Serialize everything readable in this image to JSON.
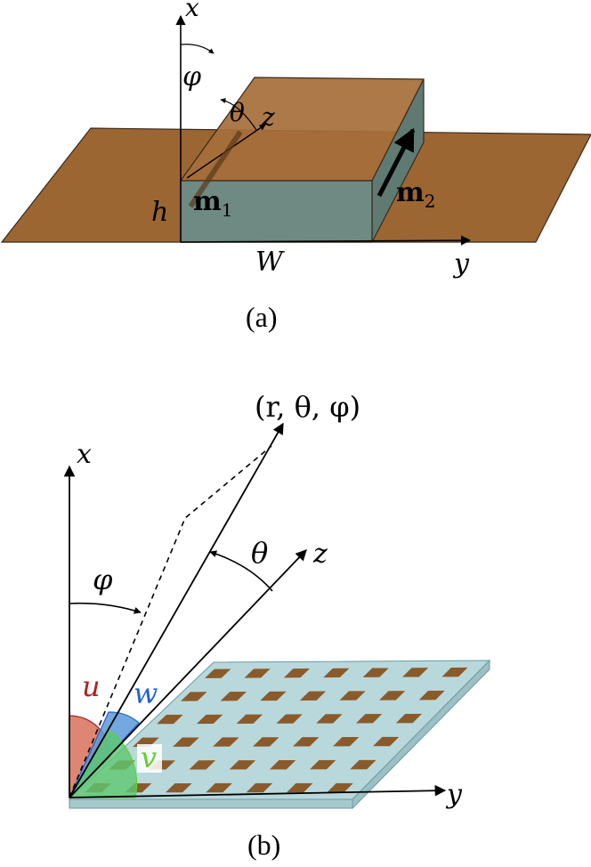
{
  "panel_a": {
    "caption": "(a)",
    "axis_x": "x",
    "axis_y": "y",
    "axis_z": "z",
    "angle_phi": "φ",
    "angle_theta": "θ",
    "height_label": "h",
    "width_label": "W",
    "moment1_base": "m",
    "moment1_sub": "1",
    "moment2_base": "m",
    "moment2_sub": "2",
    "colors": {
      "ground": "#9c6633",
      "box_top": "#a66e3a",
      "box_front": "#6e8a82",
      "box_side": "#5f7a72"
    }
  },
  "panel_b": {
    "caption": "(b)",
    "point_label": "(r, θ, φ)",
    "axis_x": "x",
    "axis_y": "y",
    "axis_z": "z",
    "angle_phi": "φ",
    "angle_theta": "θ",
    "sector_u": "u",
    "sector_v": "v",
    "sector_w": "w",
    "colors": {
      "board": "#b8d8dc",
      "patch": "#8a5a2a",
      "sector_u": "#d9705a",
      "sector_v": "#5cc870",
      "sector_w": "#5a9ad8",
      "label_u": "#b02020",
      "label_v": "#66cc33",
      "label_w": "#1f66cc"
    }
  }
}
